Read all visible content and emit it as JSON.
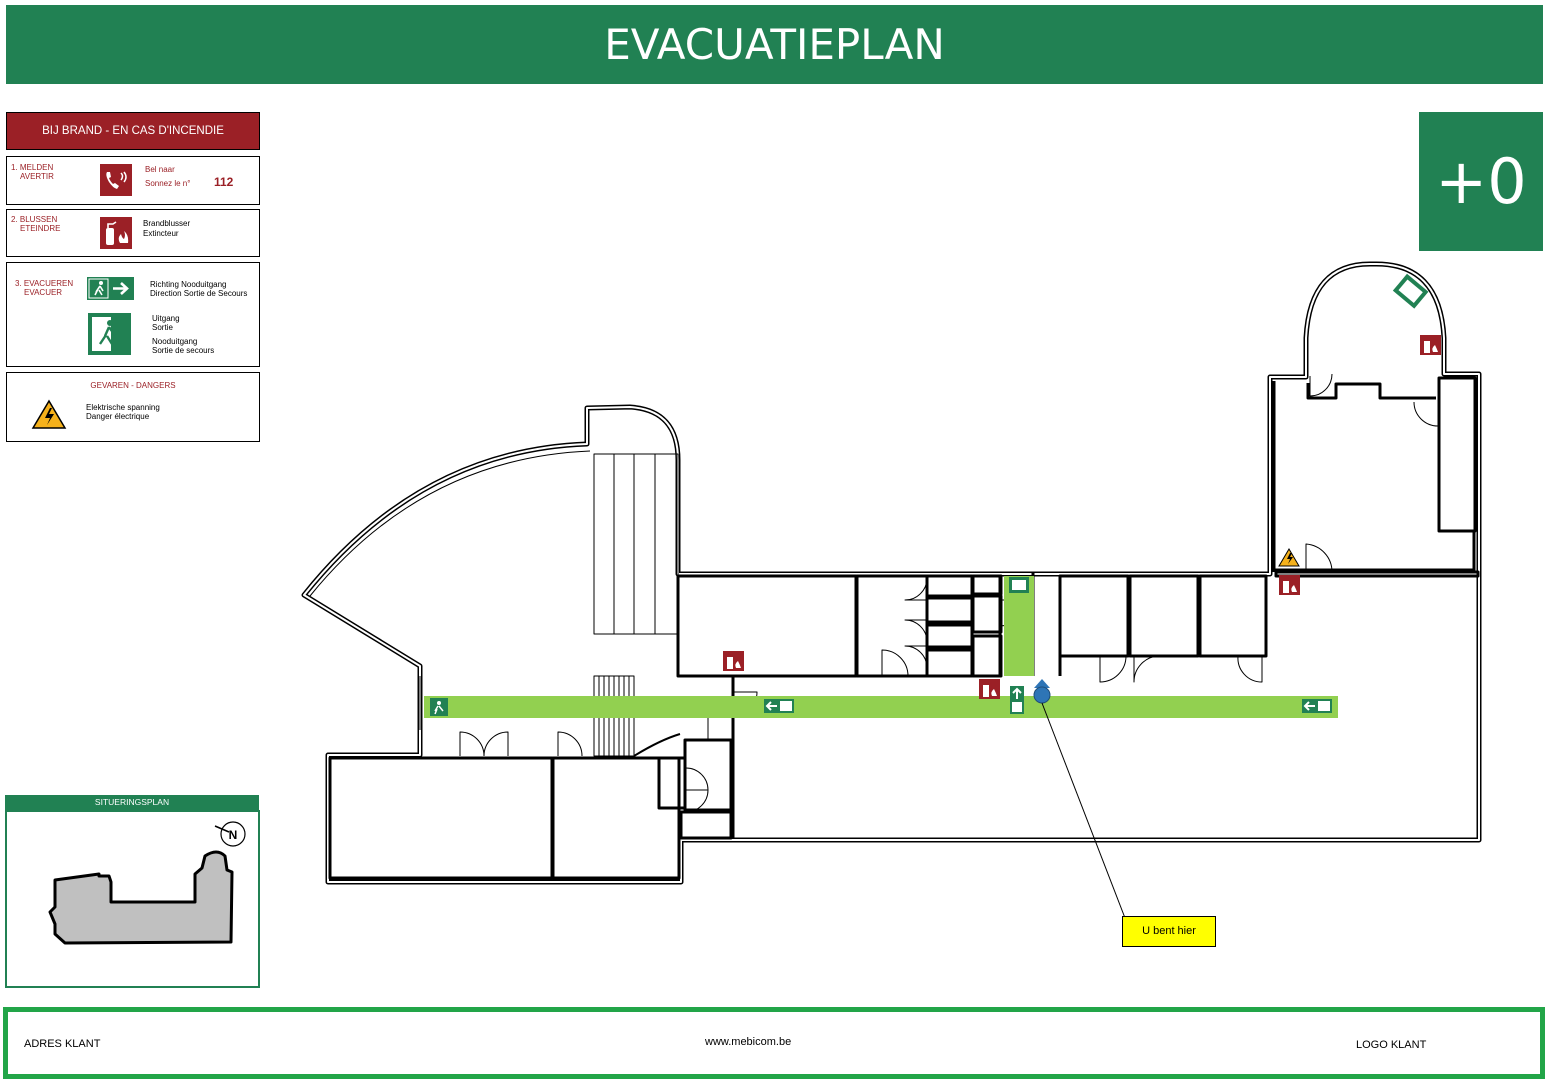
{
  "header": {
    "title": "EVACUATIEPLAN"
  },
  "level": {
    "label": "+0"
  },
  "legend": {
    "fire_heading": "BIJ BRAND - EN CAS D'INCENDIE",
    "step1": {
      "label_nl": "1. MELDEN",
      "label_fr": "AVERTIR",
      "text_nl": "Bel naar",
      "text_fr": "Sonnez le n°",
      "number": "112",
      "icon": "fire-alarm-phone-icon"
    },
    "step2": {
      "label_nl": "2. BLUSSEN",
      "label_fr": "ETEINDRE",
      "text_nl": "Brandblusser",
      "text_fr": "Extincteur",
      "icon": "fire-extinguisher-icon"
    },
    "step3": {
      "label_nl": "3. EVACUEREN",
      "label_fr": "EVACUER",
      "direction_nl": "Richting Nooduitgang",
      "direction_fr": "Direction Sortie de Secours",
      "exit_nl": "Uitgang",
      "exit_fr": "Sortie",
      "emergency_exit_nl": "Nooduitgang",
      "emergency_exit_fr": "Sortie de secours"
    },
    "dangers": {
      "heading": "GEVAREN - DANGERS",
      "item_nl": "Elektrische spanning",
      "item_fr": "Danger électrique",
      "icon": "electrical-danger-icon"
    }
  },
  "situation": {
    "heading": "SITUERINGSPLAN",
    "north_label": "N"
  },
  "plan": {
    "you_are_here": "U bent hier"
  },
  "footer": {
    "address": "ADRES KLANT",
    "website": "www.mebicom.be",
    "logo": "LOGO KLANT"
  },
  "colors": {
    "brand_green": "#218153",
    "fire_red": "#9b2026",
    "route_green": "#92d050",
    "footer_green": "#22a548",
    "marker_yellow": "#ffff00",
    "position_blue": "#2e75b6"
  }
}
